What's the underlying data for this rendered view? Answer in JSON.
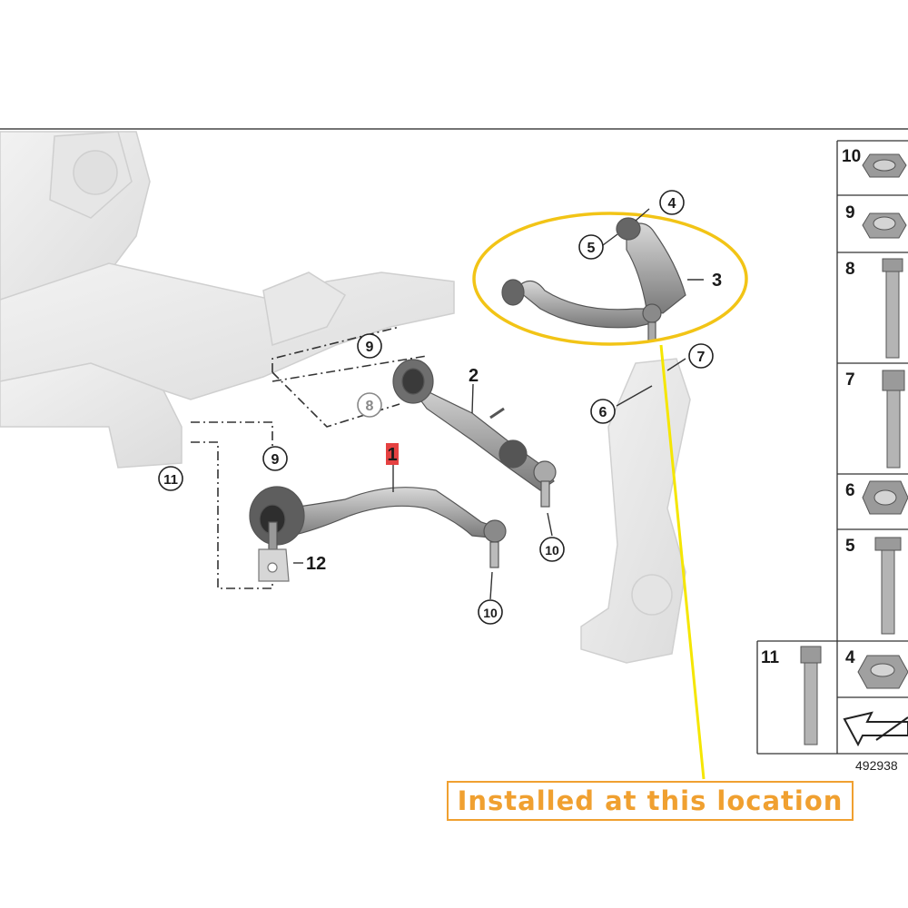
{
  "parts": {
    "p1": "1",
    "p2": "2",
    "p3": "3",
    "p4": "4",
    "p5": "5",
    "p6": "6",
    "p7": "7",
    "p8": "8",
    "p9a": "9",
    "p9b": "9",
    "p10a": "10",
    "p10b": "10",
    "p11": "11",
    "p12": "12"
  },
  "legend": {
    "l10": "10",
    "l9": "9",
    "l8": "8",
    "l7": "7",
    "l6": "6",
    "l5": "5",
    "l11": "11",
    "l4": "4"
  },
  "drawing_number": "492938",
  "callout": "Installed at this location",
  "colors": {
    "highlight_ring": "#f2c416",
    "leader": "#f5e600",
    "callout": "#f0a030",
    "part1_tag": "#e02020"
  }
}
